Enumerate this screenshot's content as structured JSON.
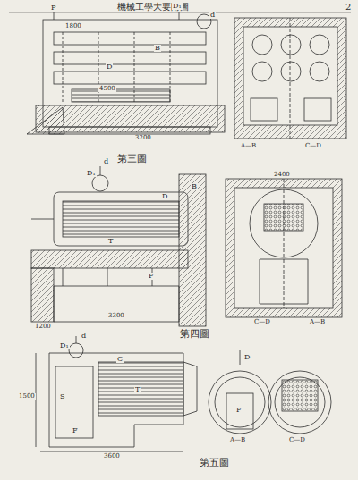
{
  "diagram": {
    "title": "機械工學大要附圖",
    "labels": [
      "2",
      "第三圖",
      "A—B",
      "C—D",
      "P",
      "D₁",
      "d",
      "D",
      "B",
      "1800",
      "3200",
      "4500",
      "第四圖",
      "C—D",
      "A—B",
      "D₁",
      "d",
      "T",
      "D",
      "B",
      "F",
      "2400",
      "3300",
      "1200",
      "第五圖",
      "A—B",
      "C—D",
      "D₁",
      "d",
      "S",
      "F",
      "T",
      "C",
      "D",
      "F",
      "3600",
      "1500"
    ]
  }
}
